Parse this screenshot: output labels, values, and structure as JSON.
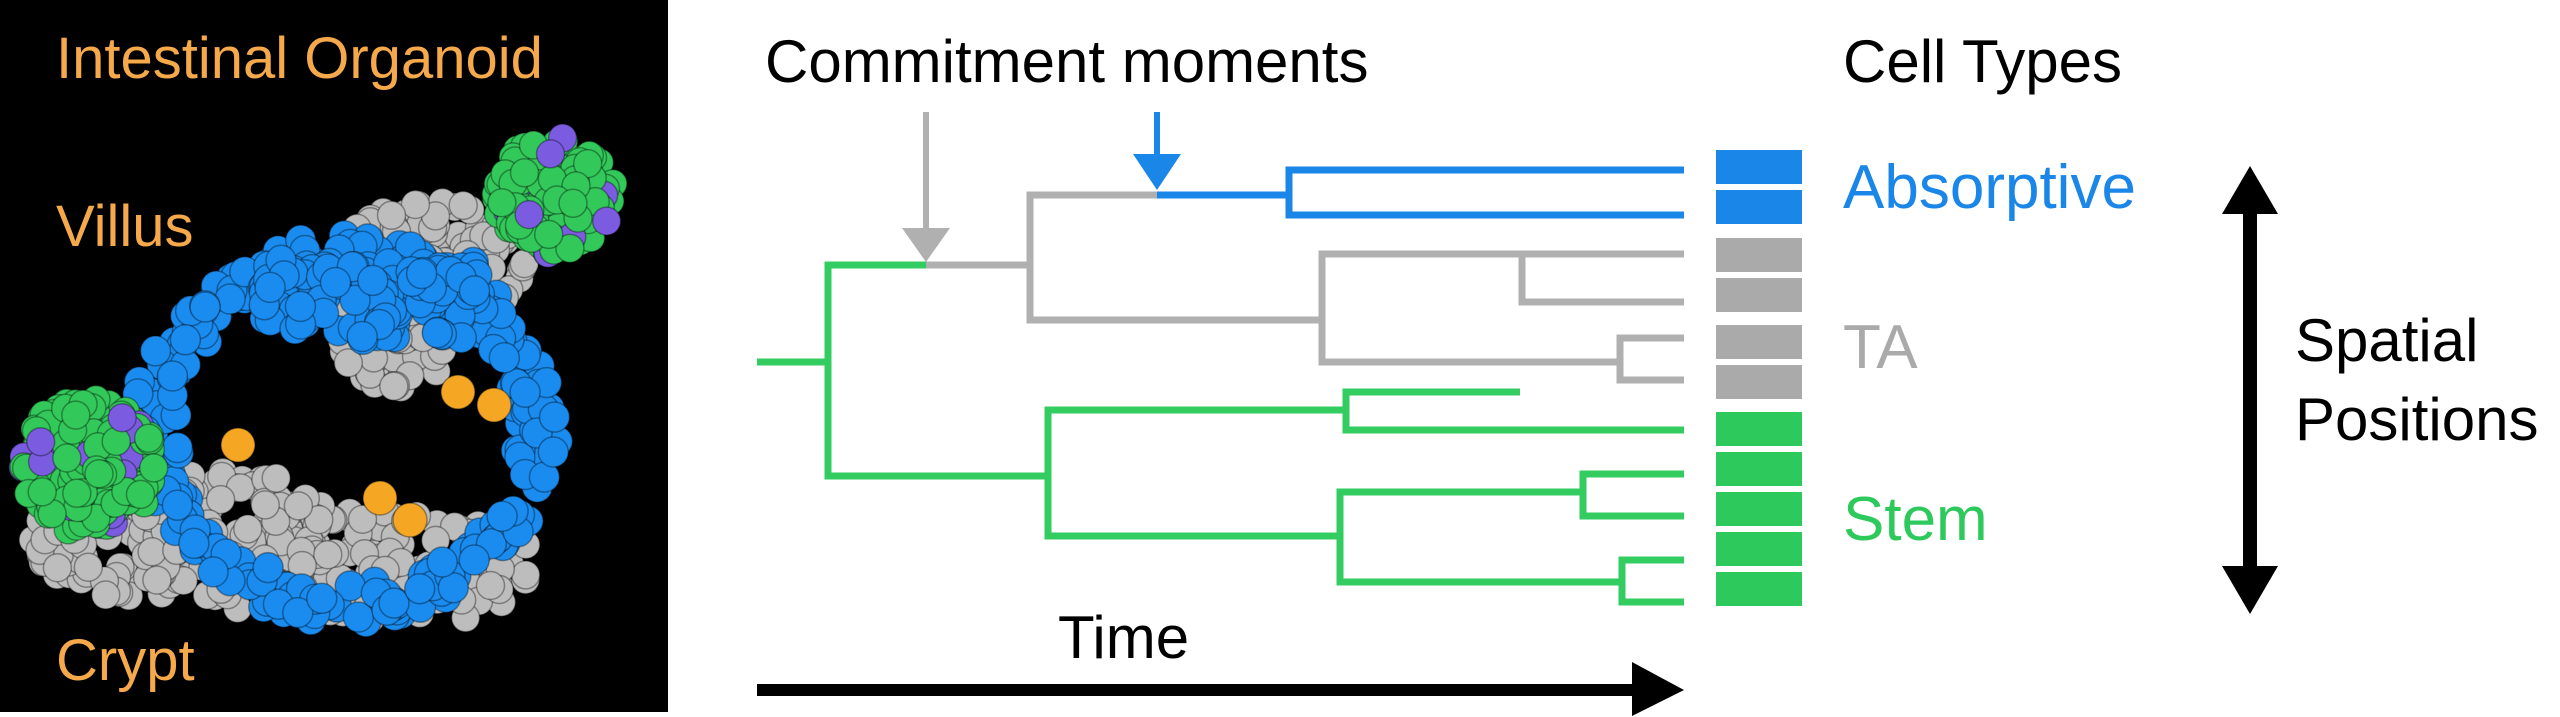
{
  "organoid": {
    "title": "Intestinal Organoid",
    "villus_label": "Villus",
    "crypt_label": "Crypt",
    "background": "#000000",
    "label_color": "#f5a94a"
  },
  "tree": {
    "commitment_label": "Commitment moments",
    "cell_types_title": "Cell Types",
    "time_label": "Time",
    "spatial_label_line1": "Spatial",
    "spatial_label_line2": "Positions"
  },
  "cell_types": [
    {
      "name": "Absorptive",
      "color": "#1a86e8",
      "boxes": 2
    },
    {
      "name": "TA",
      "color": "#aaaaaa",
      "boxes": 4
    },
    {
      "name": "Stem",
      "color": "#2ec95c",
      "boxes": 5
    }
  ],
  "colors": {
    "absorptive": "#1a86e8",
    "ta": "#b0b0b0",
    "stem": "#33cc60",
    "sphere_blue": "#1a8cf0",
    "sphere_green": "#33c95a",
    "sphere_gray": "#bdbdbd",
    "sphere_orange": "#f5a623",
    "sphere_purple": "#7b5ce0",
    "arrow": "#000000"
  }
}
